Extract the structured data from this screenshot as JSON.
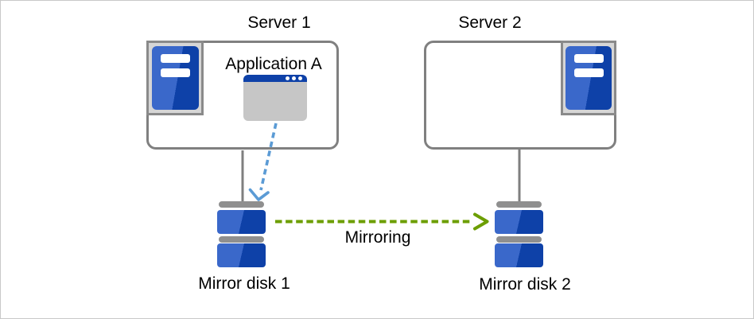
{
  "canvas": {
    "background": "#ffffff",
    "border_color": "#c8c8c8"
  },
  "labels": {
    "server1": "Server 1",
    "server2": "Server 2",
    "application": "Application A",
    "mirroring": "Mirroring",
    "disk1": "Mirror disk 1",
    "disk2": "Mirror disk 2"
  },
  "icons": {
    "server1": "server-tower-icon",
    "server2": "server-tower-icon",
    "application": "app-window-icon",
    "disk1": "mirror-disk-icon",
    "disk2": "mirror-disk-icon",
    "app_to_disk1": "blue-dashed-arrow-icon",
    "disk1_to_disk2": "green-dashed-arrow-icon"
  },
  "colors": {
    "box_border": "#808080",
    "icon_frame_bg": "#d6d6d6",
    "icon_frame_border": "#8a8a8a",
    "server_blue_light": "#3a68ca",
    "server_blue_dark": "#0e41a8",
    "disk_bar_gray": "#8f8f8f",
    "app_titlebar_blue": "#0e41a8",
    "app_body_gray": "#c6c6c6",
    "connector_gray": "#7f7f7f",
    "arrow_blue": "#5b9bd5",
    "arrow_green": "#6c9e00",
    "label_text": "#000000"
  }
}
